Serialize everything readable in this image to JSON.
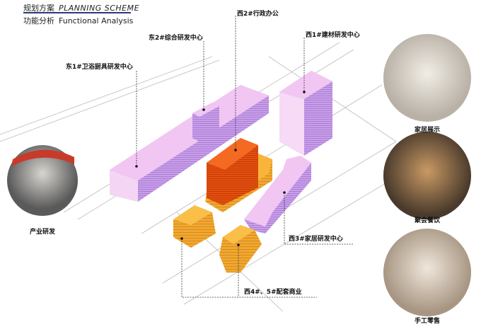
{
  "header": {
    "title_cn": "规划方案",
    "title_en": "PLANNING SCHEME",
    "subtitle_cn": "功能分析",
    "subtitle_en": "Functional Analysis"
  },
  "buildings": [
    {
      "label": "西2#行政办公",
      "color": "#f0540f"
    },
    {
      "label": "东2#综合研发中心",
      "color": "#eeb8ee"
    },
    {
      "label": "西1#建材研发中心",
      "color": "#eeb8ee"
    },
    {
      "label": "东1#卫浴厨具研发中心",
      "color": "#eeb8ee"
    },
    {
      "label": "西3#家居研发中心",
      "color": "#eeb8ee"
    },
    {
      "label": "西4#、5#配套商业",
      "color": "#f9b43a"
    }
  ],
  "photos": [
    {
      "label": "产业研发"
    },
    {
      "label": "家居展示"
    },
    {
      "label": "聚会餐饮"
    },
    {
      "label": "手工零售"
    }
  ]
}
